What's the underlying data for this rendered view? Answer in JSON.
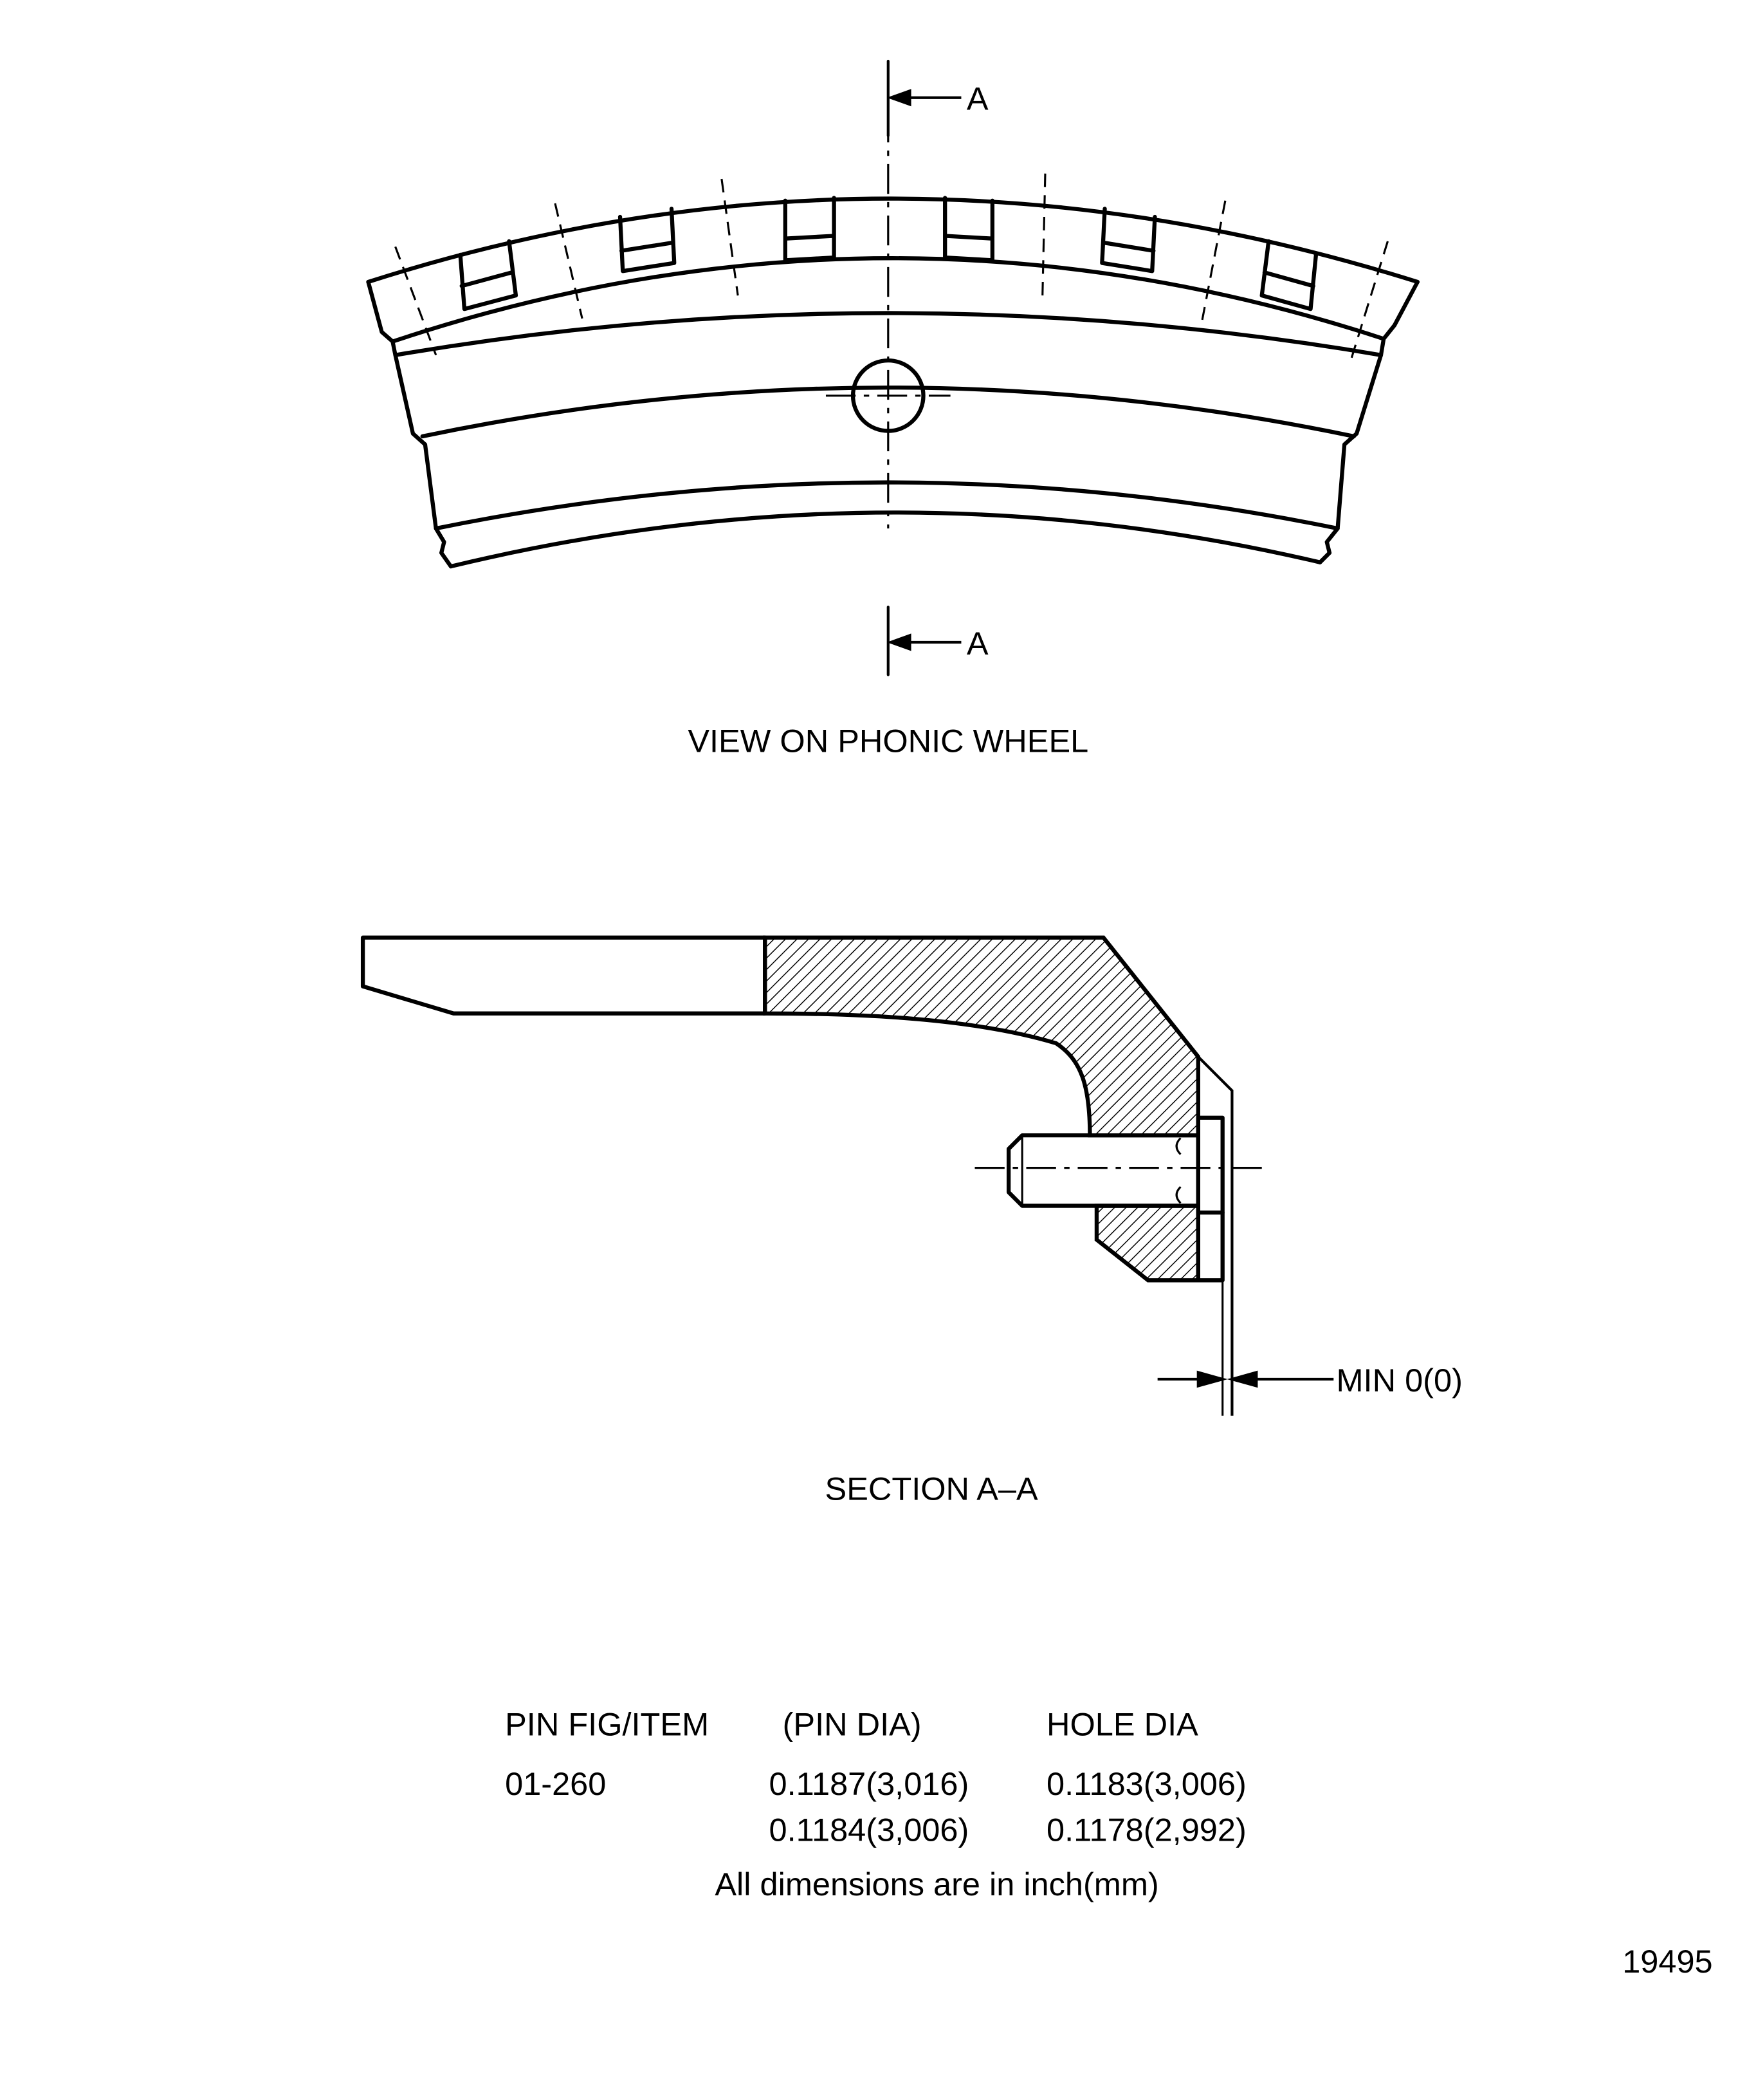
{
  "phonic_wheel_view": {
    "section_marker_top": "A",
    "section_marker_bottom": "A",
    "caption": "VIEW ON PHONIC WHEEL"
  },
  "section_view": {
    "dimension_label": "MIN 0(0)",
    "caption": "SECTION A–A"
  },
  "table": {
    "headers": [
      "PIN FIG/ITEM",
      "(PIN DIA)",
      "HOLE DIA"
    ],
    "rows": [
      {
        "item": "01-260",
        "pin_dia": "0.1187(3,016)",
        "hole_dia": "0.1183(3,006)"
      },
      {
        "item": "",
        "pin_dia": "0.1184(3,006)",
        "hole_dia": "0.1178(2,992)"
      }
    ],
    "note": "All dimensions are in inch(mm)"
  },
  "figure_number": "19495"
}
